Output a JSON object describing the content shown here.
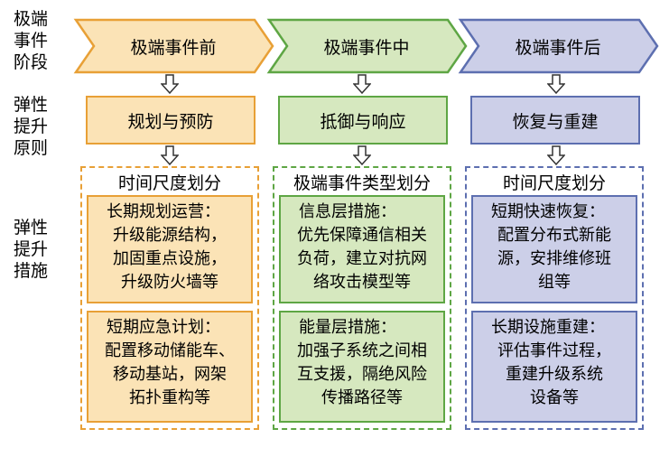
{
  "row_labels": {
    "stage": [
      "极端",
      "事件",
      "阶段"
    ],
    "principle": [
      "弹性",
      "提升",
      "原则"
    ],
    "measures": [
      "弹性",
      "提升",
      "措施"
    ]
  },
  "colors": {
    "orange_fill": "#fbe3b6",
    "orange_stroke": "#e8a036",
    "green_fill": "#d6e8bf",
    "green_stroke": "#5ea644",
    "blue_fill": "#cccfe8",
    "blue_stroke": "#5d6fb0",
    "arrow_stroke": "#333333"
  },
  "columns": [
    {
      "stage": "极端事件前",
      "principle": "规划与预防",
      "panel_title": "时间尺度划分",
      "measures": [
        {
          "lines": [
            "长期规划运营：",
            "升级能源结构，",
            "加固重点设施，",
            "升级防火墙等"
          ]
        },
        {
          "lines": [
            "短期应急计划：",
            "配置移动储能车、",
            "移动基站，网架",
            "拓扑重构等"
          ]
        }
      ]
    },
    {
      "stage": "极端事件中",
      "principle": "抵御与响应",
      "panel_title": "极端事件类型划分",
      "measures": [
        {
          "lines": [
            "信息层措施：",
            "优先保障通信相关",
            "负荷，建立对抗网",
            "络攻击模型等"
          ]
        },
        {
          "lines": [
            "能量层措施：",
            "加强子系统之间相",
            "互支援，隔绝风险",
            "传播路径等"
          ]
        }
      ]
    },
    {
      "stage": "极端事件后",
      "principle": "恢复与重建",
      "panel_title": "时间尺度划分",
      "measures": [
        {
          "lines": [
            "短期快速恢复：",
            "配置分布式新能",
            "源，安排维修班",
            "组等"
          ]
        },
        {
          "lines": [
            "长期设施重建：",
            "评估事件过程，",
            "重建升级系统",
            "设备等"
          ]
        }
      ]
    }
  ]
}
